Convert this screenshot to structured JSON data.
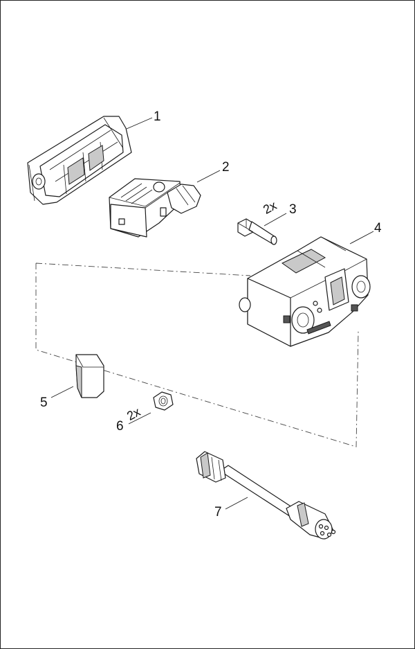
{
  "callouts": [
    {
      "label": "1"
    },
    {
      "label": "2"
    },
    {
      "label": "3",
      "qty": "2x"
    },
    {
      "label": "4"
    },
    {
      "label": "5"
    },
    {
      "label": "6",
      "qty": "2x"
    },
    {
      "label": "7"
    }
  ]
}
